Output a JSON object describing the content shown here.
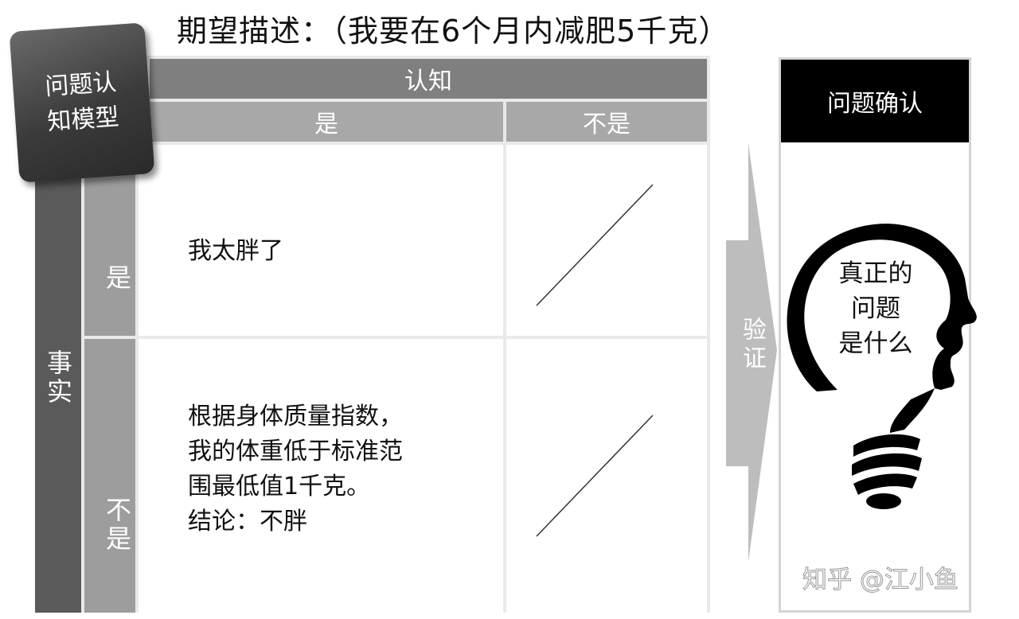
{
  "title": "期望描述：（我要在6个月内减肥5千克）",
  "model_label": "问题认知模型",
  "header": {
    "cognition": "认知",
    "yes": "是",
    "no": "不是"
  },
  "side": {
    "fact": "事实",
    "yes": "是",
    "no": "不是"
  },
  "cells": {
    "yes_yes": "我太胖了",
    "no_yes_lines": [
      "根据身体质量指数，",
      "我的体重低于标准范",
      "围最低值1千克。",
      "结论：不胖"
    ]
  },
  "arrow_label": "验证",
  "right": {
    "header": "问题确认",
    "bulb_lines": [
      "真正的",
      "问题",
      "是什么"
    ]
  },
  "watermark": "知乎 @江小鱼",
  "colors": {
    "dark_gray": "#5a5a5a",
    "mid_gray": "#9d9d9d",
    "header_gray": "#7f7f7f",
    "black": "#000000"
  }
}
